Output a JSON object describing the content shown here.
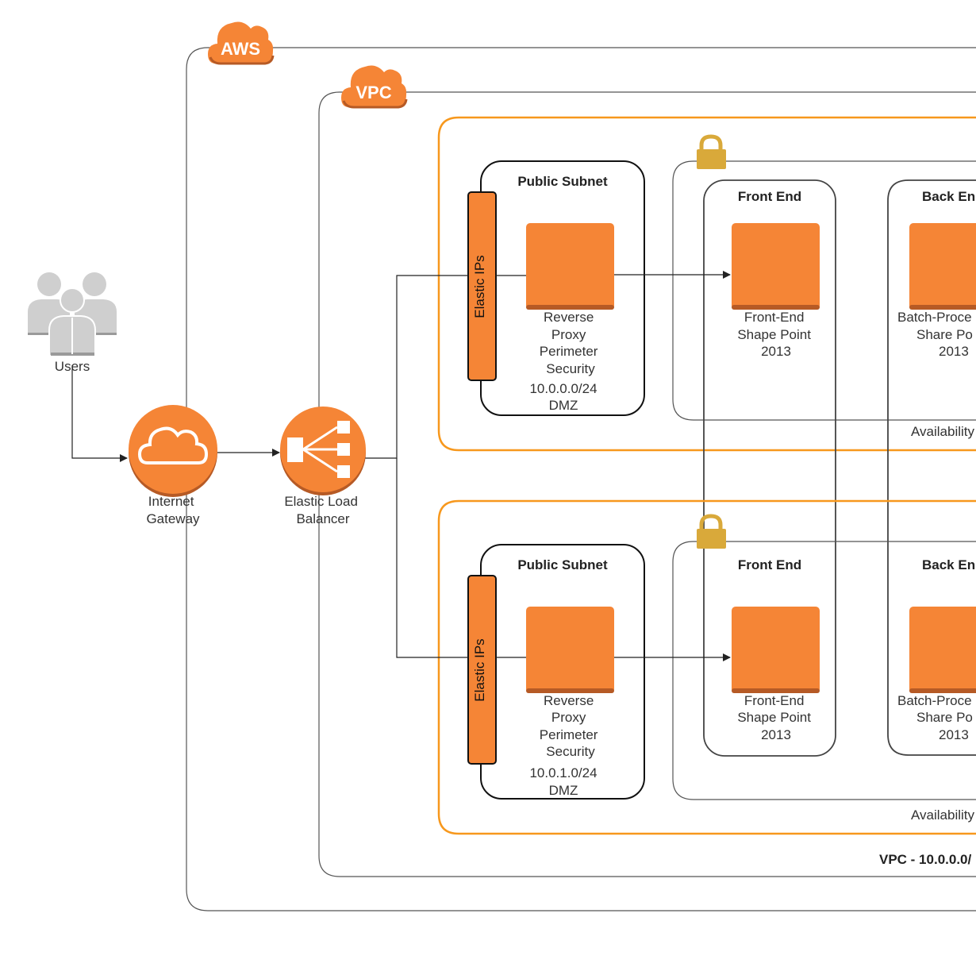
{
  "colors": {
    "orange": "#f58536",
    "orange_dark": "#b65a25",
    "az_border": "#f7981d",
    "lock": "#d9a93a",
    "line": "#222222",
    "container_line": "#555555",
    "user_gray": "#cfcfcf"
  },
  "aws_label": "AWS",
  "vpc_label": "VPC",
  "vpc_caption": "VPC - 10.0.0.0/",
  "users_label": "Users",
  "gateway_label": [
    "Internet",
    "Gateway"
  ],
  "elb_label": [
    "Elastic Load",
    "Balancer"
  ],
  "zones": [
    {
      "public_subnet_title": "Public Subnet",
      "elastic_ips_label": "Elastic IPs",
      "proxy_label": [
        "Reverse",
        "Proxy",
        "Perimeter",
        "Security"
      ],
      "subnet_cidr": "10.0.0.0/24",
      "subnet_type": "DMZ",
      "front_end_title": "Front End",
      "front_end_label": [
        "Front-End",
        "Shape Point",
        "2013"
      ],
      "back_end_title": "Back En",
      "back_end_label": [
        "Batch-Proce",
        "Share Po",
        "2013"
      ],
      "az_label": "Availability"
    },
    {
      "public_subnet_title": "Public Subnet",
      "elastic_ips_label": "Elastic IPs",
      "proxy_label": [
        "Reverse",
        "Proxy",
        "Perimeter",
        "Security"
      ],
      "subnet_cidr": "10.0.1.0/24",
      "subnet_type": "DMZ",
      "front_end_title": "Front End",
      "front_end_label": [
        "Front-End",
        "Shape Point",
        "2013"
      ],
      "back_end_title": "Back En",
      "back_end_label": [
        "Batch-Proce",
        "Share Po",
        "2013"
      ],
      "az_label": "Availability"
    }
  ]
}
